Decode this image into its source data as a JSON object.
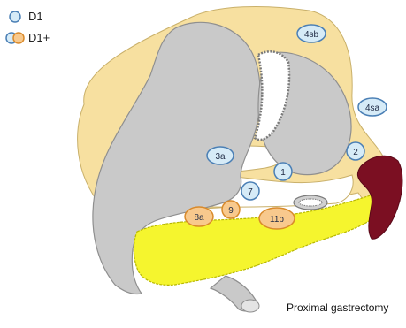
{
  "legend": {
    "items": [
      {
        "label": "D1",
        "style": "blue"
      },
      {
        "label": "D1+",
        "style": "blue-orange"
      }
    ]
  },
  "caption": "Proximal gastrectomy",
  "nodes": [
    {
      "label": "4sb",
      "style": "blue"
    },
    {
      "label": "4sa",
      "style": "blue"
    },
    {
      "label": "3a",
      "style": "blue"
    },
    {
      "label": "1",
      "style": "blue"
    },
    {
      "label": "2",
      "style": "blue"
    },
    {
      "label": "7",
      "style": "blue"
    },
    {
      "label": "9",
      "style": "orange"
    },
    {
      "label": "8a",
      "style": "orange"
    },
    {
      "label": "11p",
      "style": "orange"
    }
  ],
  "colors": {
    "omentum": "#f7e0a0",
    "omentum_stroke": "#c9b06a",
    "stomach": "#c9c9c9",
    "stomach_stroke": "#8f8f8f",
    "pancreas": "#f5f52e",
    "pancreas_stroke": "#b8b800",
    "spleen": "#7b0f22",
    "blue_fill": "#d6ebf7",
    "blue_stroke": "#4a7fb5",
    "orange_fill": "#f8c98d",
    "orange_stroke": "#d98a2b"
  }
}
